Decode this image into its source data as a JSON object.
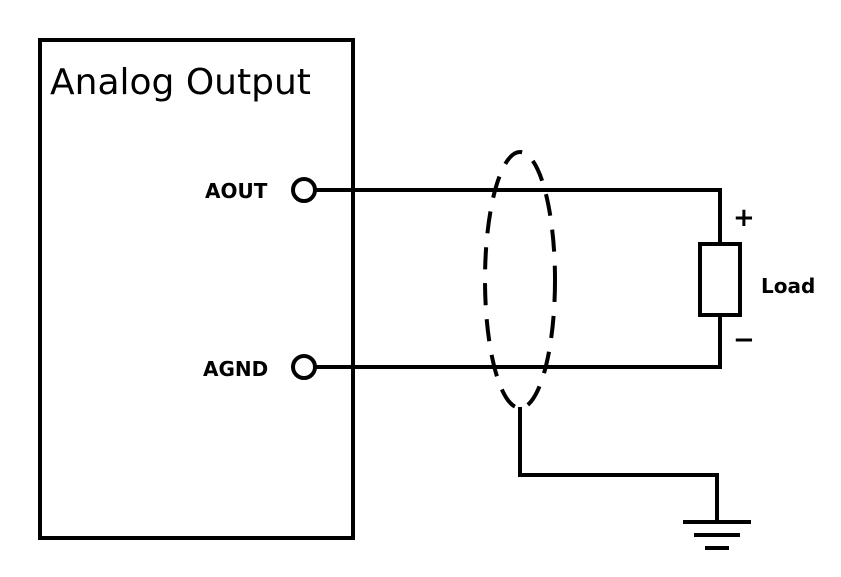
{
  "module": {
    "title": "Analog Output"
  },
  "terminals": {
    "aout_label": "AOUT",
    "agnd_label": "AGND"
  },
  "load": {
    "label": "Load",
    "plus": "+",
    "minus": "−"
  },
  "icons": {
    "shield": "cable-shield-icon",
    "ground": "ground-icon"
  }
}
